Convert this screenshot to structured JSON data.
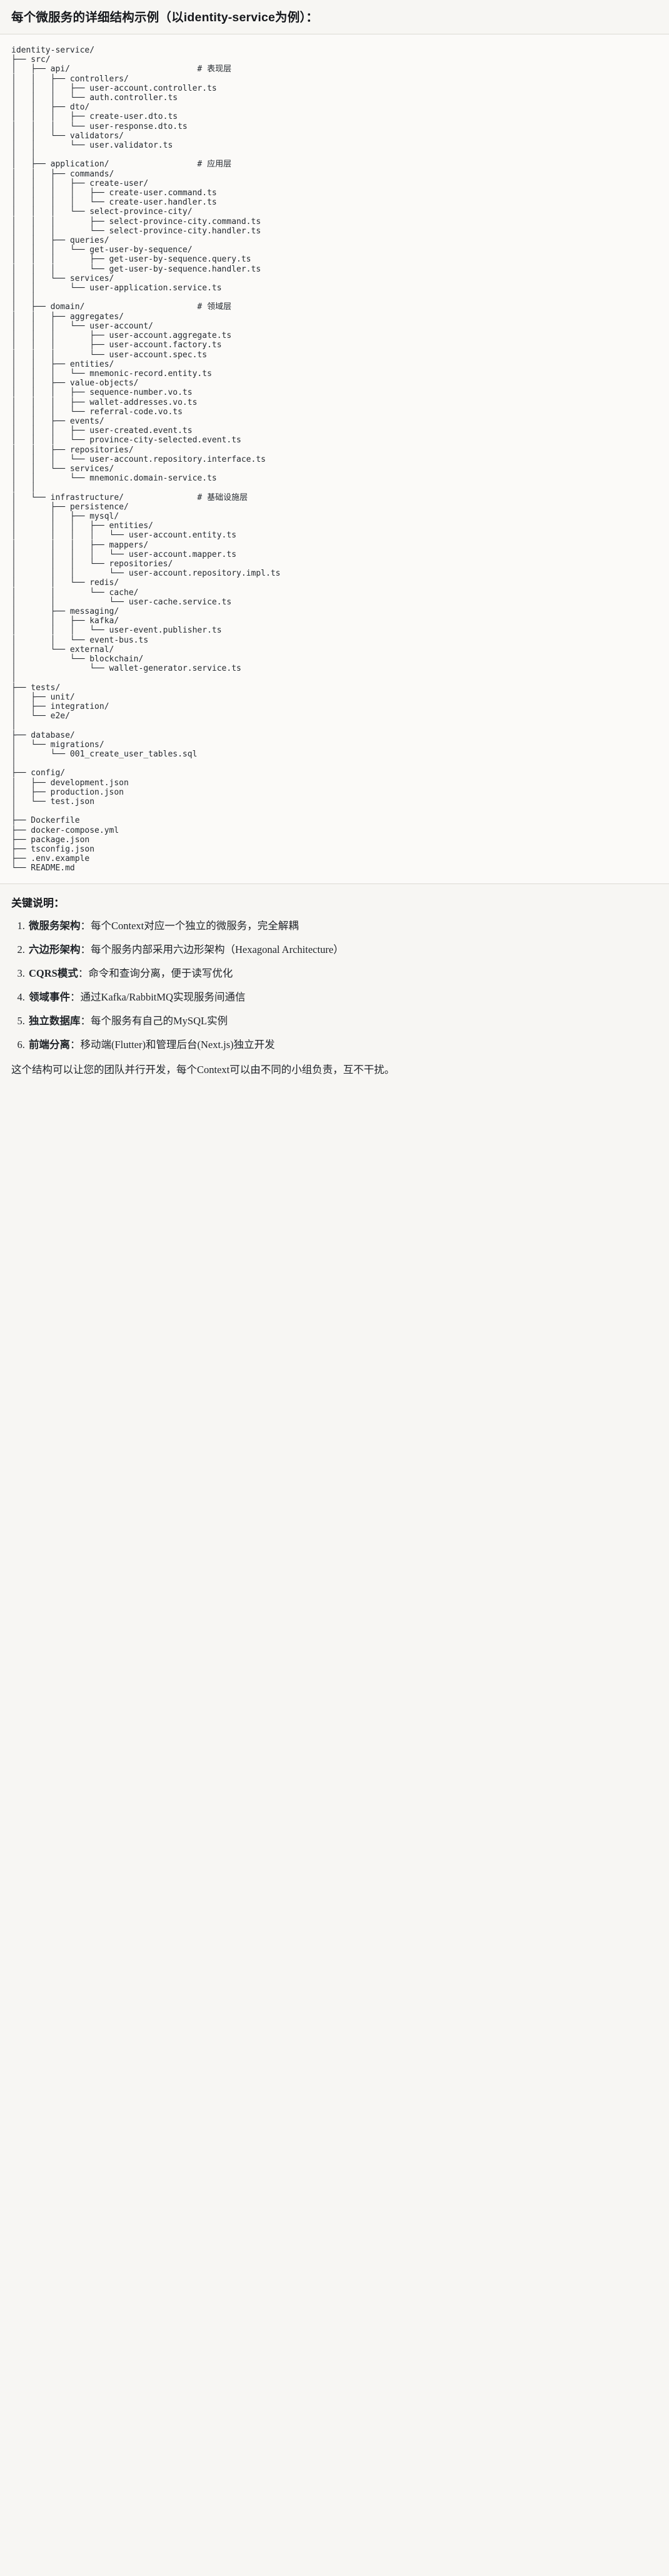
{
  "document": {
    "title": "每个微服务的详细结构示例（以identity-service为例）："
  },
  "code_block": {
    "language": "text",
    "tree": "identity-service/\n├── src/\n│   ├── api/                          # 表现层\n│   │   ├── controllers/\n│   │   │   ├── user-account.controller.ts\n│   │   │   └── auth.controller.ts\n│   │   ├── dto/\n│   │   │   ├── create-user.dto.ts\n│   │   │   └── user-response.dto.ts\n│   │   └── validators/\n│   │       └── user.validator.ts\n│   │\n│   ├── application/                  # 应用层\n│   │   ├── commands/\n│   │   │   ├── create-user/\n│   │   │   │   ├── create-user.command.ts\n│   │   │   │   └── create-user.handler.ts\n│   │   │   └── select-province-city/\n│   │   │       ├── select-province-city.command.ts\n│   │   │       └── select-province-city.handler.ts\n│   │   ├── queries/\n│   │   │   └── get-user-by-sequence/\n│   │   │       ├── get-user-by-sequence.query.ts\n│   │   │       └── get-user-by-sequence.handler.ts\n│   │   └── services/\n│   │       └── user-application.service.ts\n│   │\n│   ├── domain/                       # 领域层\n│   │   ├── aggregates/\n│   │   │   └── user-account/\n│   │   │       ├── user-account.aggregate.ts\n│   │   │       ├── user-account.factory.ts\n│   │   │       └── user-account.spec.ts\n│   │   ├── entities/\n│   │   │   └── mnemonic-record.entity.ts\n│   │   ├── value-objects/\n│   │   │   ├── sequence-number.vo.ts\n│   │   │   ├── wallet-addresses.vo.ts\n│   │   │   └── referral-code.vo.ts\n│   │   ├── events/\n│   │   │   ├── user-created.event.ts\n│   │   │   └── province-city-selected.event.ts\n│   │   ├── repositories/\n│   │   │   └── user-account.repository.interface.ts\n│   │   └── services/\n│   │       └── mnemonic.domain-service.ts\n│   │\n│   └── infrastructure/               # 基础设施层\n│       ├── persistence/\n│       │   ├── mysql/\n│       │   │   ├── entities/\n│       │   │   │   └── user-account.entity.ts\n│       │   │   ├── mappers/\n│       │   │   │   └── user-account.mapper.ts\n│       │   │   └── repositories/\n│       │   │       └── user-account.repository.impl.ts\n│       │   └── redis/\n│       │       └── cache/\n│       │           └── user-cache.service.ts\n│       ├── messaging/\n│       │   ├── kafka/\n│       │   │   └── user-event.publisher.ts\n│       │   └── event-bus.ts\n│       └── external/\n│           └── blockchain/\n│               └── wallet-generator.service.ts\n│\n├── tests/\n│   ├── unit/\n│   ├── integration/\n│   └── e2e/\n│\n├── database/\n│   └── migrations/\n│       └── 001_create_user_tables.sql\n│\n├── config/\n│   ├── development.json\n│   ├── production.json\n│   └── test.json\n│\n├── Dockerfile\n├── docker-compose.yml\n├── package.json\n├── tsconfig.json\n├── .env.example\n└── README.md"
  },
  "key_points": {
    "heading": "关键说明：",
    "items": [
      {
        "term": "微服务架构",
        "desc": "：每个Context对应一个独立的微服务，完全解耦"
      },
      {
        "term": "六边形架构",
        "desc": "：每个服务内部采用六边形架构（Hexagonal Architecture）"
      },
      {
        "term": "CQRS模式",
        "desc": "：命令和查询分离，便于读写优化"
      },
      {
        "term": "领域事件",
        "desc": "：通过Kafka/RabbitMQ实现服务间通信"
      },
      {
        "term": "独立数据库",
        "desc": "：每个服务有自己的MySQL实例"
      },
      {
        "term": "前端分离",
        "desc": "：移动端(Flutter)和管理后台(Next.js)独立开发"
      }
    ],
    "closing": "这个结构可以让您的团队并行开发，每个Context可以由不同的小组负责，互不干扰。"
  },
  "colors": {
    "page_background": "#f7f6f3",
    "code_background": "#fbfaf8",
    "text": "#1f2328",
    "rule": "#dcdad4"
  }
}
